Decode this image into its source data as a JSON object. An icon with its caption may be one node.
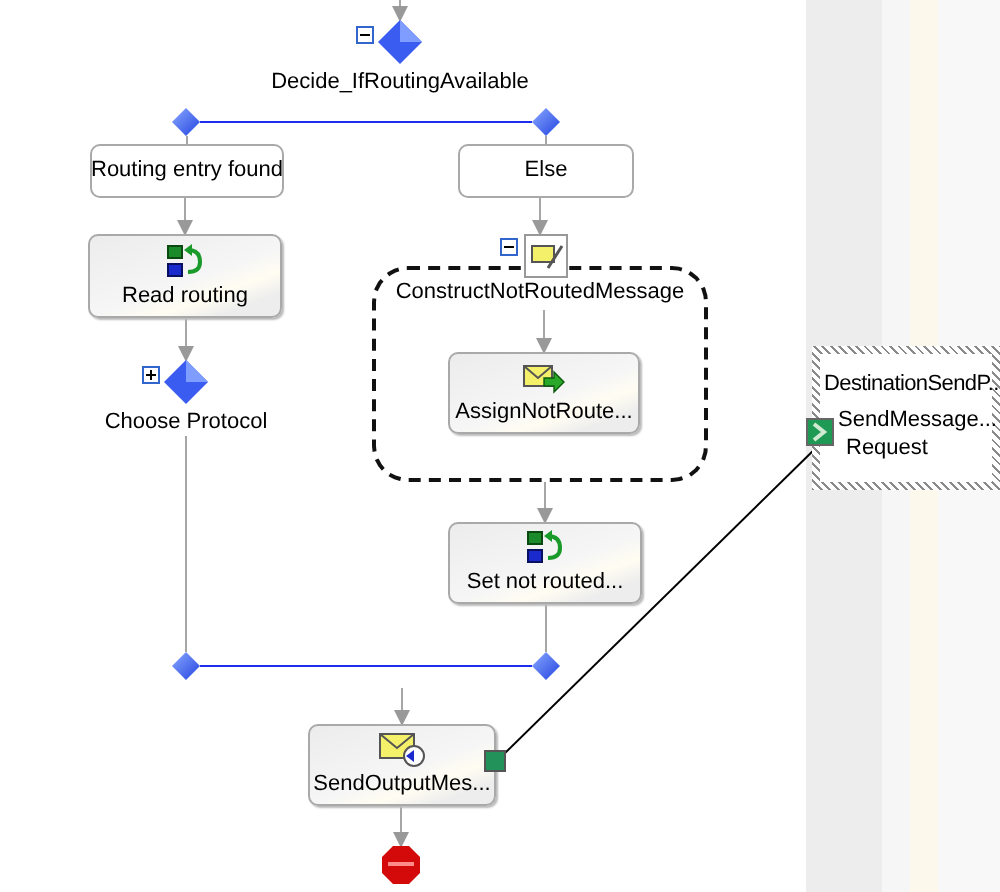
{
  "diagram": {
    "nodes": [
      {
        "text": [
          "Decide_IfRoutingAvailable"
        ]
      },
      {
        "text": [],
        "shape": "diamond"
      },
      {
        "text": [],
        "shape": "diamond"
      },
      {
        "text": [
          "Routing entry found"
        ]
      },
      {
        "text": [
          "Else"
        ]
      },
      {
        "text": [
          "Read routing"
        ]
      },
      {
        "text": [
          "Choose Protocol"
        ]
      },
      {
        "text": [
          "ConstructNotRoutedMessage"
        ]
      },
      {
        "text": [
          "AssignNotRoute..."
        ],
        "in": 7
      },
      {
        "text": [
          "Set not routed..."
        ]
      },
      {
        "text": [],
        "shape": "diamond"
      },
      {
        "text": [],
        "shape": "diamond"
      },
      {
        "text": [
          "SendOutputMes..."
        ]
      },
      {
        "text": [],
        "shape": "octagon"
      },
      {
        "text": [
          "DestinationSendP...",
          "SendMessage...",
          "Request"
        ]
      }
    ],
    "edges": [
      {
        "from": null,
        "to": 0,
        "arrow": "to"
      },
      {
        "from": 1,
        "to": 2,
        "arrow": "none",
        "color": "#1e2cf0"
      },
      {
        "from": 1,
        "to": 3,
        "arrow": "none"
      },
      {
        "from": 2,
        "to": 4,
        "arrow": "none"
      },
      {
        "from": 3,
        "to": 5,
        "arrow": "to"
      },
      {
        "from": 5,
        "to": 6,
        "arrow": "to"
      },
      {
        "from": 4,
        "to": 7,
        "arrow": "to"
      },
      {
        "from": 7,
        "to": 8,
        "arrow": "to"
      },
      {
        "from": 7,
        "to": 9,
        "arrow": "to"
      },
      {
        "from": 6,
        "to": 10,
        "arrow": "none"
      },
      {
        "from": 9,
        "to": 11,
        "arrow": "none"
      },
      {
        "from": 10,
        "to": 11,
        "arrow": "none",
        "color": "#1e2cf0"
      },
      {
        "from": null,
        "to": 12,
        "arrow": "to"
      },
      {
        "from": 12,
        "to": 13,
        "arrow": "to"
      },
      {
        "from": 12,
        "to": 14,
        "arrow": "none",
        "color": "#000000"
      }
    ]
  }
}
